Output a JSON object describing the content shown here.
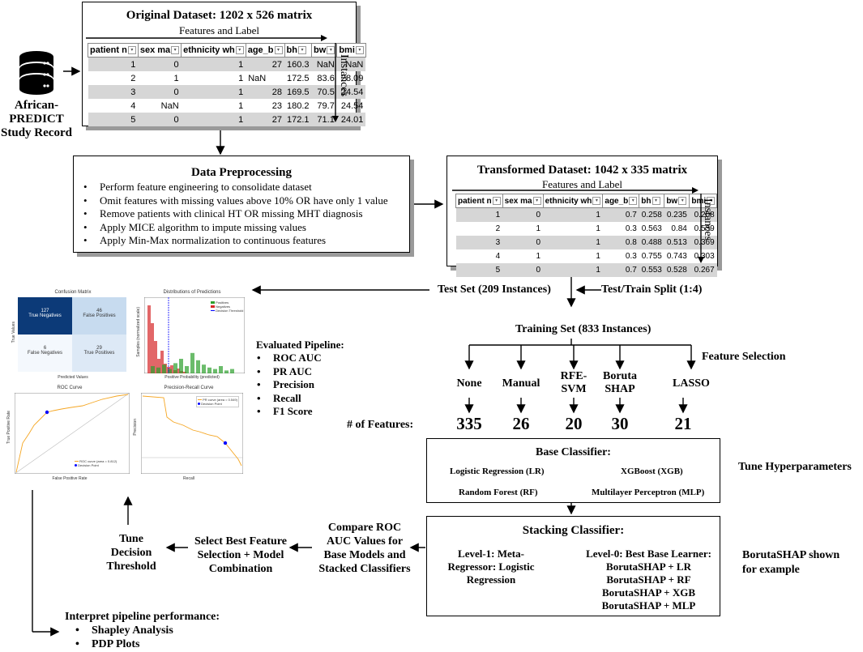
{
  "record": {
    "label": "African-PREDICT Study Record"
  },
  "original": {
    "title": "Original Dataset: 1202 x 526 matrix",
    "features_label": "Features and Label",
    "instances_label": "Instances",
    "headers": [
      "patient n",
      "sex ma",
      "ethnicity wh",
      "age_b",
      "bh",
      "bw",
      "bmi"
    ],
    "rows": [
      [
        "1",
        "0",
        "1",
        "27",
        "160.3",
        "NaN",
        "NaN"
      ],
      [
        "2",
        "1",
        "1",
        "NaN",
        "172.5",
        "83.6",
        "28.09"
      ],
      [
        "3",
        "0",
        "1",
        "28",
        "169.5",
        "70.5",
        "24.54"
      ],
      [
        "4",
        "NaN",
        "1",
        "23",
        "180.2",
        "79.7",
        "24.54"
      ],
      [
        "5",
        "0",
        "1",
        "27",
        "172.1",
        "71.1",
        "24.01"
      ]
    ]
  },
  "preprocessing": {
    "title": "Data Preprocessing",
    "items": [
      "Perform feature engineering to consolidate dataset",
      "Omit features with missing values above 10% OR have only 1 value",
      "Remove patients with clinical HT OR missing MHT diagnosis",
      "Apply MICE algorithm to impute missing values",
      "Apply Min-Max normalization to continuous features"
    ]
  },
  "transformed": {
    "title": "Transformed Dataset: 1042 x 335 matrix",
    "features_label": "Features and Label",
    "instances_label": "Instances",
    "headers": [
      "patient n",
      "sex ma",
      "ethnicity wh",
      "age_b",
      "bh",
      "bw",
      "bmi"
    ],
    "rows": [
      [
        "1",
        "0",
        "1",
        "0.7",
        "0.258",
        "0.235",
        "0.208"
      ],
      [
        "2",
        "1",
        "1",
        "0.3",
        "0.563",
        "0.84",
        "0.539"
      ],
      [
        "3",
        "0",
        "1",
        "0.8",
        "0.488",
        "0.513",
        "0.369"
      ],
      [
        "4",
        "1",
        "1",
        "0.3",
        "0.755",
        "0.743",
        "0.303"
      ],
      [
        "5",
        "0",
        "1",
        "0.7",
        "0.553",
        "0.528",
        "0.267"
      ]
    ]
  },
  "split": {
    "test": "Test Set (209 Instances)",
    "split": "Test/Train Split (1:4)",
    "train": "Training Set (833 Instances)"
  },
  "feature_selection": {
    "label": "Feature Selection",
    "count_label": "# of Features:",
    "methods": [
      {
        "name": "None",
        "count": "335"
      },
      {
        "name": "Manual",
        "count": "26"
      },
      {
        "name": "RFE-SVM",
        "count": "20"
      },
      {
        "name": "Boruta SHAP",
        "count": "30"
      },
      {
        "name": "LASSO",
        "count": "21"
      }
    ]
  },
  "base_classifier": {
    "title": "Base Classifier:",
    "items": [
      "Logistic Regression (LR)",
      "XGBoost (XGB)",
      "Random Forest (RF)",
      "Multilayer Perceptron (MLP)"
    ],
    "side_label": "Tune Hyperparameters"
  },
  "stacking": {
    "title": "Stacking Classifier:",
    "level1": "Level-1: Meta-Regressor: Logistic Regression",
    "level0_title": "Level-0: Best Base Learner:",
    "level0": [
      "BorutaSHAP + LR",
      "BorutaSHAP + RF",
      "BorutaSHAP + XGB",
      "BorutaSHAP + MLP"
    ],
    "side_label": "BorutaSHAP shown for example"
  },
  "compare": "Compare ROC AUC Values for Base Models and Stacked Classifiers",
  "select": "Select Best Feature Selection + Model Combination",
  "tune": "Tune Decision Threshold",
  "evaluated": {
    "title": "Evaluated Pipeline:",
    "items": [
      "ROC AUC",
      "PR AUC",
      "Precision",
      "Recall",
      "F1 Score"
    ]
  },
  "interpret": {
    "title": "Interpret pipeline performance:",
    "items": [
      "Shapley Analysis",
      "PDP Plots"
    ]
  },
  "plots": {
    "confusion": {
      "title": "Confusion Matrix",
      "cells": [
        [
          "127",
          "True Negatives"
        ],
        [
          "46",
          "False Positives"
        ],
        [
          "6",
          "False Negatives"
        ],
        [
          "29",
          "True Positives"
        ]
      ],
      "xlabel": "Predicted Values",
      "ylabel": "True Values"
    },
    "distribution": {
      "title": "Distributions of Predictions",
      "xlabel": "Positive Probability (predicted)",
      "ylabel": "Samples (normalized scale)",
      "legend": [
        "Positives",
        "Negatives",
        "Decision Threshold"
      ]
    },
    "roc": {
      "title": "ROC Curve",
      "xlabel": "False Positive Rate",
      "ylabel": "True Positive Rate",
      "legend": [
        "ROC curve (area = 0.812)",
        "Decision Point"
      ]
    },
    "pr": {
      "title": "Precision-Recall Curve",
      "xlabel": "Recall",
      "ylabel": "Precision",
      "legend": [
        "PR curve (area = 0.549)",
        "Decision Point"
      ]
    }
  }
}
